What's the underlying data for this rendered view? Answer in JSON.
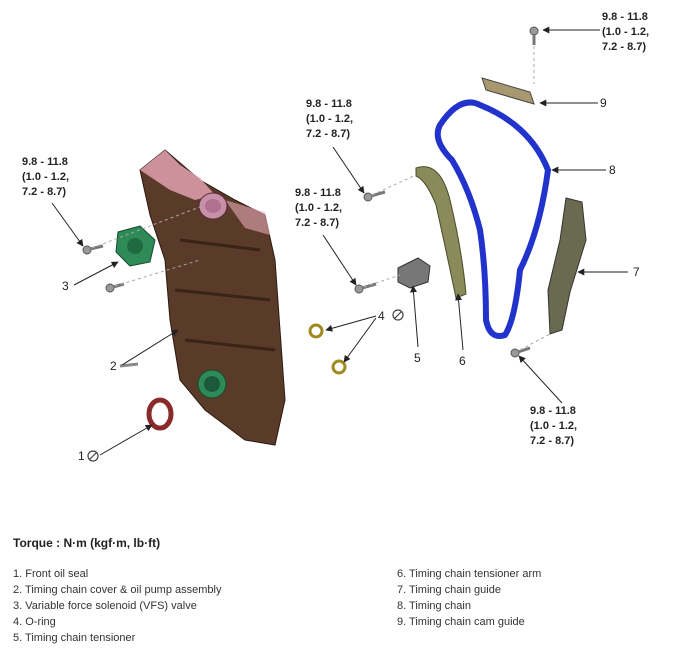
{
  "torque_spec": {
    "line1": "9.8 - 11.8",
    "line2": "(1.0 - 1.2,",
    "line3": "7.2 - 8.7)"
  },
  "callout_numbers": {
    "n1": "1",
    "n2": "2",
    "n3": "3",
    "n4": "4",
    "n5": "5",
    "n6": "6",
    "n7": "7",
    "n8": "8",
    "n9": "9"
  },
  "torque_heading": "Torque : N·m (kgf·m, lb·ft)",
  "legend": {
    "left": [
      "1. Front oil seal",
      "2. Timing chain cover & oil pump assembly",
      "3. Variable force solenoid (VFS) valve",
      "4. O-ring",
      "5. Timing chain tensioner"
    ],
    "right": [
      "6. Timing chain tensioner arm",
      "7. Timing chain guide",
      "8. Timing chain",
      "9. Timing chain cam guide"
    ]
  },
  "colors": {
    "cover_body": "#5a3a28",
    "cover_highlight": "#e8a8b8",
    "vfs_valve": "#2e8b57",
    "oil_seal": "#8b2a2a",
    "timing_chain": "#2233cc",
    "tensioner_arm": "#8a8a5a",
    "chain_guide": "#6a6a50",
    "leader_line": "#222222"
  }
}
